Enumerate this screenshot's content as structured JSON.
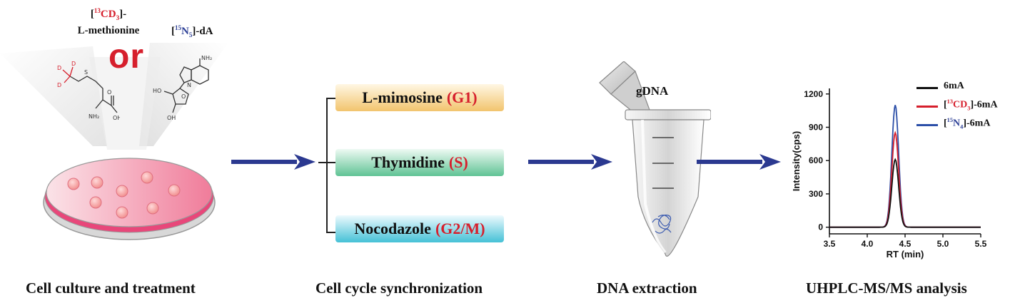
{
  "stage1": {
    "reagent_methionine": {
      "prefix": "[",
      "iso": "13",
      "formula": "CD",
      "sub": "3",
      "suffix": "]-",
      "line2": "L-methionine"
    },
    "reagent_dA": {
      "prefix": "[",
      "iso": "15",
      "formula": "N",
      "sub": "5",
      "suffix": "]-dA"
    },
    "or_label": "or",
    "caption": "Cell culture and treatment"
  },
  "stage2": {
    "conditions": [
      {
        "name": "L-mimosine",
        "phase": "(G1)",
        "color": "#f2c46d"
      },
      {
        "name": "Thymidine",
        "phase": "(S)",
        "color": "#5fc394"
      },
      {
        "name": "Nocodazole",
        "phase": "(G2/M)",
        "color": "#45c1d6"
      }
    ],
    "caption": "Cell cycle synchronization"
  },
  "stage3": {
    "tube_label": "gDNA",
    "caption": "DNA extraction"
  },
  "stage4": {
    "caption": "UHPLC-MS/MS analysis"
  },
  "chart_data": {
    "type": "line",
    "xlabel": "RT (min)",
    "ylabel": "Intensity(cps)",
    "xlim": [
      3.5,
      5.5
    ],
    "ylim": [
      -60,
      1250
    ],
    "xticks": [
      "3.5",
      "4.0",
      "4.5",
      "5.0",
      "5.5"
    ],
    "yticks": [
      "0",
      "300",
      "600",
      "900",
      "1200"
    ],
    "legend_position": "top-right",
    "peak_center": 4.37,
    "series": [
      {
        "name": "6mA",
        "peak": 610,
        "color": "#111111"
      },
      {
        "name": "[13CD3]-6mA",
        "peak": 850,
        "color": "#d61f2c"
      },
      {
        "name": "[15N4]-6mA",
        "peak": 1100,
        "color": "#2c4fa8"
      }
    ]
  },
  "colors": {
    "arrow": "#2b3990",
    "accent_red": "#d61f2c",
    "dish_pink": "#e8477a"
  }
}
